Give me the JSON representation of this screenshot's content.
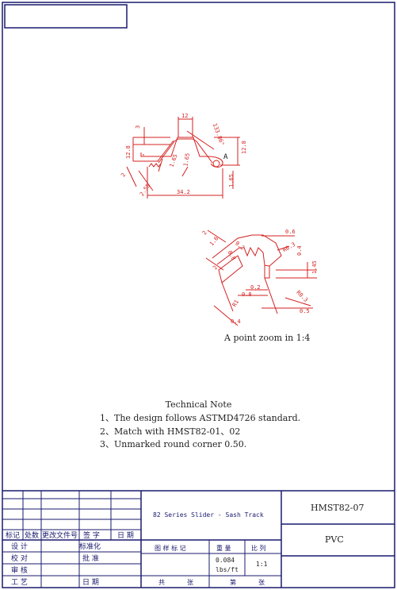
{
  "detail": {
    "dims_main": [
      "12",
      "3",
      "133.86°",
      "12.8",
      "12.8",
      "1.65",
      "1.65",
      "2",
      "2.55",
      "34.2",
      "1.65"
    ],
    "point_label": "A",
    "dims_zoom": [
      "0.6",
      "2",
      "1.6",
      "0.2",
      "0.8",
      "0.4",
      "R0.3",
      "1.45",
      "0.2",
      "0.8",
      "R1",
      "R0.3",
      "0.5",
      "2",
      "0.4"
    ],
    "zoom_caption": "A point zoom in 1:4"
  },
  "notes": {
    "title": "Technical Note",
    "lines": [
      "1、The design follows ASTMD4726 standard.",
      "2、Match with HMST82-01、02",
      "3、Unmarked round corner 0.50."
    ]
  },
  "title_block": {
    "headers": [
      "标记",
      "处数",
      "更改文件号",
      "签 字",
      "日 期"
    ],
    "rows": [
      [
        "设 计",
        "标准化"
      ],
      [
        "校 对",
        "批 准"
      ],
      [
        "审 核",
        ""
      ],
      [
        "工 艺",
        "日 期"
      ]
    ],
    "product_name": "82 Series Slider - Sash Track",
    "drawing_number": "HMST82-07",
    "material": "PVC",
    "mark_label": "图 样 标 记",
    "weight_label": "重 量",
    "scale_label": "比 列",
    "weight_value": "0.084",
    "weight_unit": "lbs/ft",
    "scale_value": "1:1",
    "total_label": "共",
    "sheet_label": "张",
    "number_label": "第",
    "sheet_label2": "张"
  },
  "colors": {
    "frame": "#1a1a6e",
    "drawing": "#d42020",
    "outline": "#111111"
  }
}
